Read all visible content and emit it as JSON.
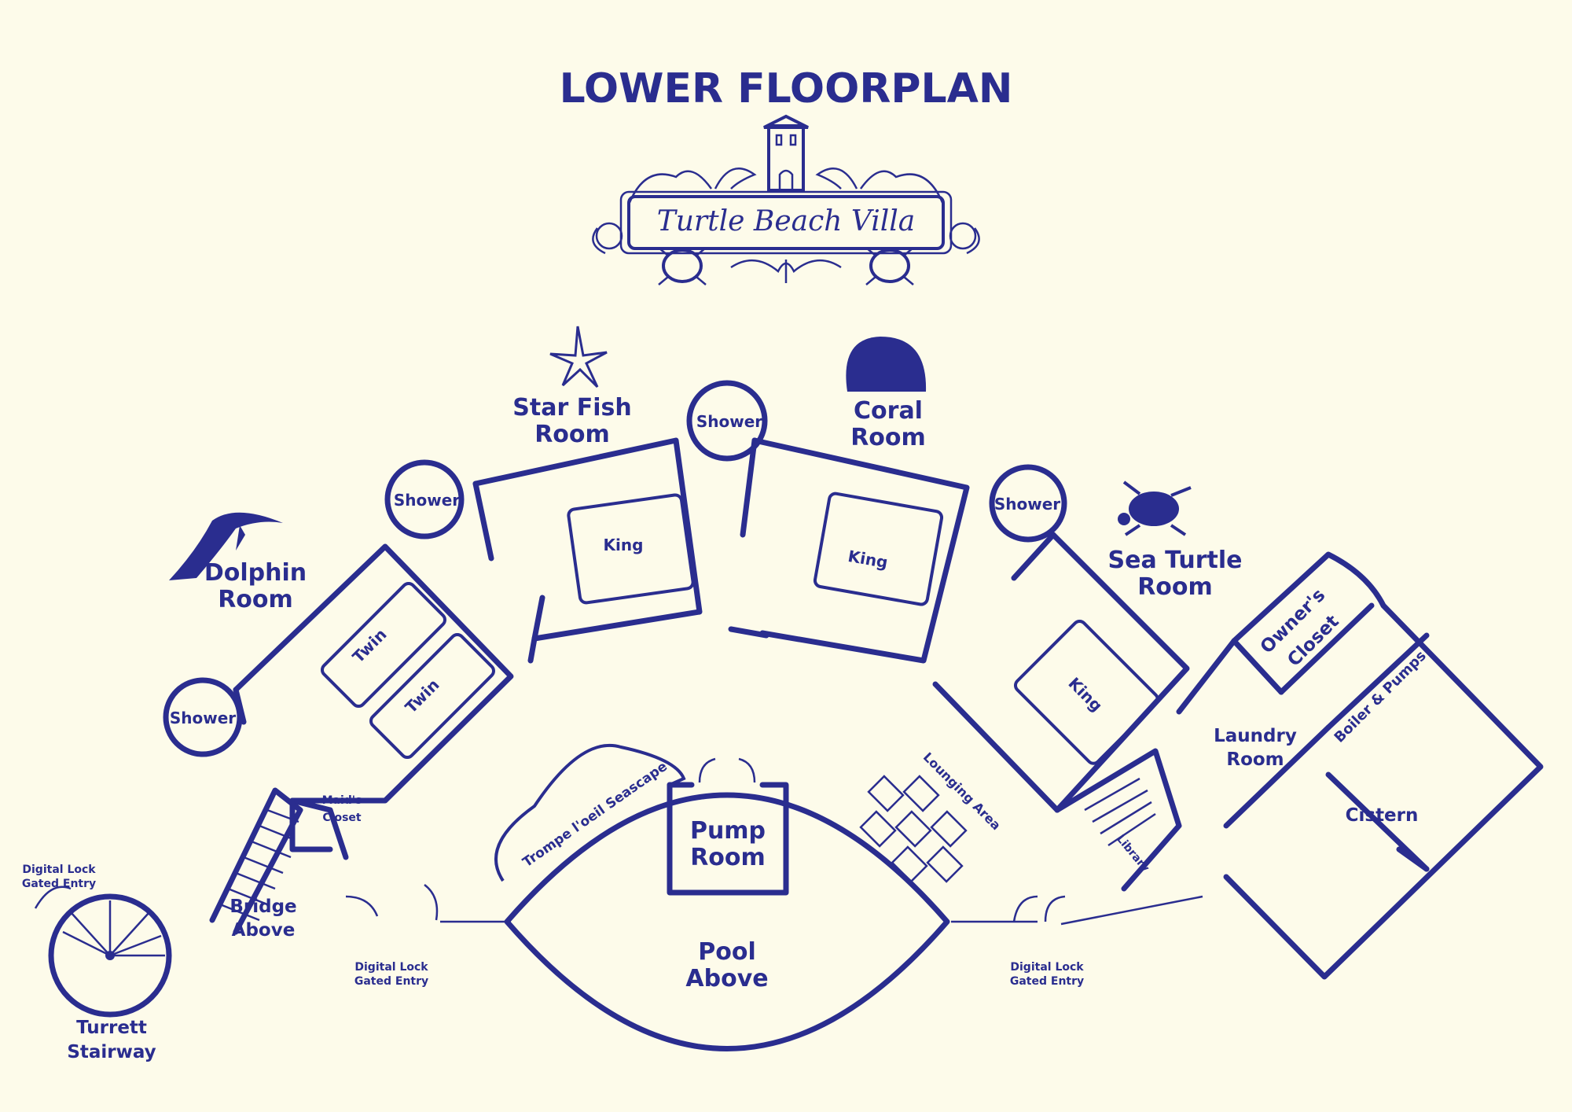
{
  "title": "LOWER FLOORPLAN",
  "logo": {
    "text": "Turtle Beach Villa",
    "icon": "tower-logo-icon"
  },
  "rooms": {
    "starfish": "Star Fish",
    "starfish2": "Room",
    "coral": "Coral",
    "coral2": "Room",
    "dolphin": "Dolphin",
    "dolphin2": "Room",
    "seaturtle": "Sea Turtle",
    "seaturtle2": "Room",
    "pump": "Pump",
    "pump2": "Room",
    "pool": "Pool",
    "pool2": "Above",
    "laundry": "Laundry",
    "laundry2": "Room",
    "bridge": "Bridge",
    "bridge2": "Above",
    "turret": "Turrett",
    "turret2": "Stairway",
    "owners": "Owner's",
    "owners2": "Closet",
    "maids": "Maid's",
    "maids2": "Closet",
    "cistern": "Cistern",
    "boiler": "Boiler & Pumps",
    "library": "Library",
    "lounging": "Lounging Area",
    "trompe": "Trompe l'oeil Seascape"
  },
  "labels": {
    "shower": "Shower",
    "king": "King",
    "twin": "Twin",
    "lock1": "Digital Lock",
    "lock2": "Gated Entry"
  },
  "colors": {
    "ink": "#2a2d8f",
    "paper": "#fdfbea"
  }
}
